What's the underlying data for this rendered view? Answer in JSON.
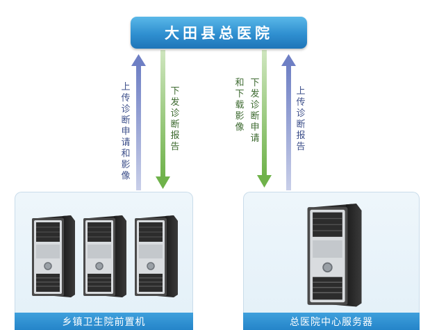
{
  "header": {
    "title": "大田县总医院"
  },
  "arrows": [
    {
      "label": "上传诊断申请和影像",
      "direction": "up",
      "color": "#7b86c2"
    },
    {
      "label": "下发诊断报告",
      "direction": "down",
      "color": "#7cb85a"
    },
    {
      "label": "下发诊断申请",
      "direction": "down",
      "color": "#7cb85a"
    },
    {
      "label": "和下载影像",
      "direction": "down",
      "color": "#7cb85a"
    },
    {
      "label": "上传诊断报告",
      "direction": "up",
      "color": "#7b86c2"
    }
  ],
  "nodes": {
    "left": {
      "label": "乡镇卫生院前置机",
      "server_count": 3
    },
    "right": {
      "label": "总医院中心服务器",
      "server_count": 1
    }
  },
  "colors": {
    "header": "#2f8fd0",
    "label_bar": "#2383c8",
    "panel": "#e8f3fa",
    "arrow_up": "#7b86c2",
    "arrow_down": "#7cb85a"
  }
}
